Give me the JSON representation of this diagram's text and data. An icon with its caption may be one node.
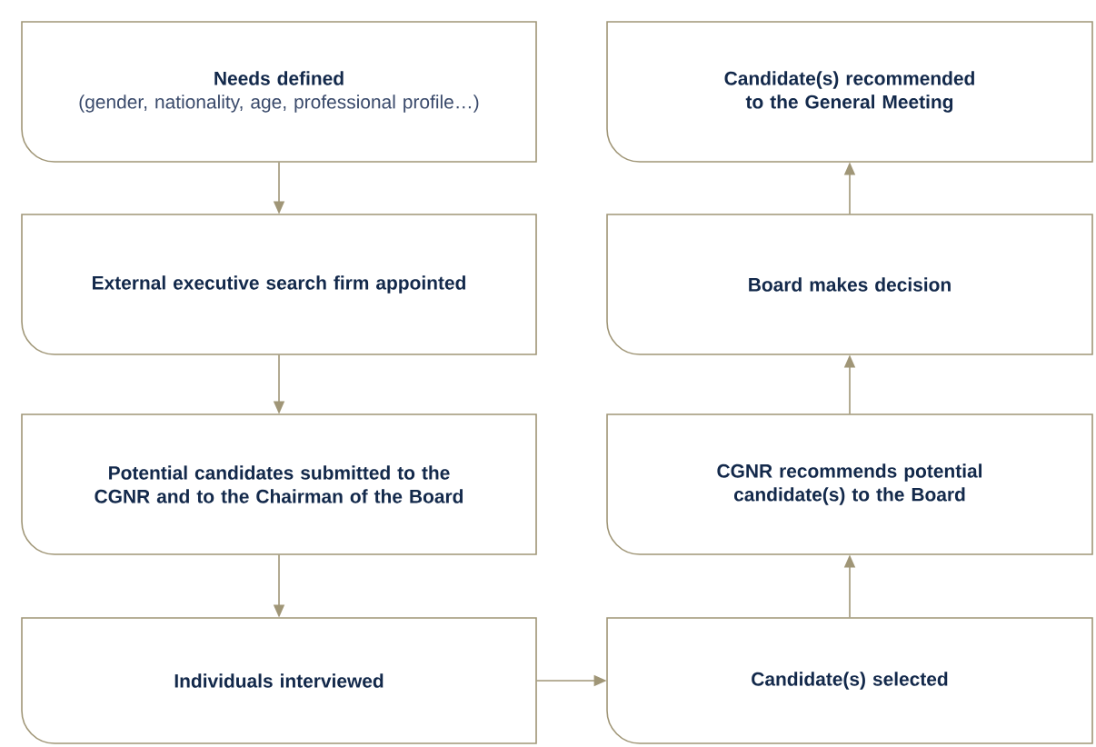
{
  "diagram": {
    "nodes": [
      {
        "text": [
          "Needs defined",
          "(gender, nationality, age, professional profile…)"
        ]
      },
      {
        "text": [
          "External executive search firm appointed"
        ]
      },
      {
        "text": [
          "Potential candidates submitted to the CGNR and to the Chairman of the Board"
        ]
      },
      {
        "text": [
          "Individuals interviewed"
        ]
      },
      {
        "text": [
          "Candidate(s) selected"
        ]
      },
      {
        "text": [
          "CGNR recommends potential candidate(s) to the Board"
        ]
      },
      {
        "text": [
          "Board makes decision"
        ]
      },
      {
        "text": [
          "Candidate(s) recommended to the General Meeting"
        ]
      }
    ],
    "edges": [
      {
        "from": 0,
        "to": 1,
        "arrow": "to"
      },
      {
        "from": 1,
        "to": 2,
        "arrow": "to"
      },
      {
        "from": 2,
        "to": 3,
        "arrow": "to"
      },
      {
        "from": 3,
        "to": 4,
        "arrow": "to"
      },
      {
        "from": 4,
        "to": 5,
        "arrow": "to"
      },
      {
        "from": 5,
        "to": 6,
        "arrow": "to"
      },
      {
        "from": 6,
        "to": 7,
        "arrow": "to"
      }
    ]
  }
}
